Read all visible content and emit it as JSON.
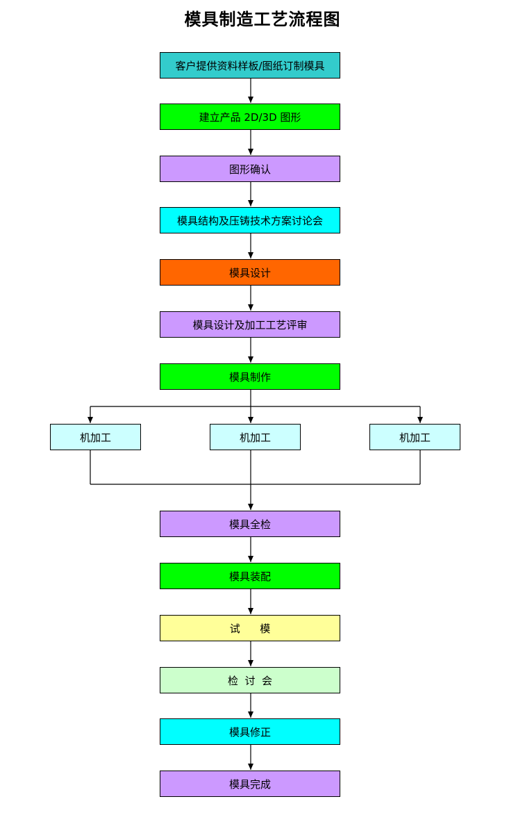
{
  "title": "模具制造工艺流程图",
  "steps": [
    {
      "label": "客户提供资料样板/图纸订制模具",
      "color": "#33cccc"
    },
    {
      "label": "建立产品 2D/3D 图形",
      "color": "#00ff00"
    },
    {
      "label": "图形确认",
      "color": "#cc99ff"
    },
    {
      "label": "模具结构及压铸技术方案讨论会",
      "color": "#00ffff"
    },
    {
      "label": "模具设计",
      "color": "#ff6600"
    },
    {
      "label": "模具设计及加工工艺评审",
      "color": "#cc99ff"
    },
    {
      "label": "模具制作",
      "color": "#00ff00"
    },
    {
      "label": "模具全检",
      "color": "#cc99ff"
    },
    {
      "label": "模具装配",
      "color": "#00ff00"
    },
    {
      "label": "试      模",
      "color": "#ffff99"
    },
    {
      "label": "检  讨  会",
      "color": "#ccffcc"
    },
    {
      "label": "模具修正",
      "color": "#00ffff"
    },
    {
      "label": "模具完成",
      "color": "#cc99ff"
    }
  ],
  "branches": [
    {
      "label": "机加工",
      "color": "#ccffff"
    },
    {
      "label": "机加工",
      "color": "#ccffff"
    },
    {
      "label": "机加工",
      "color": "#ccffff"
    }
  ]
}
